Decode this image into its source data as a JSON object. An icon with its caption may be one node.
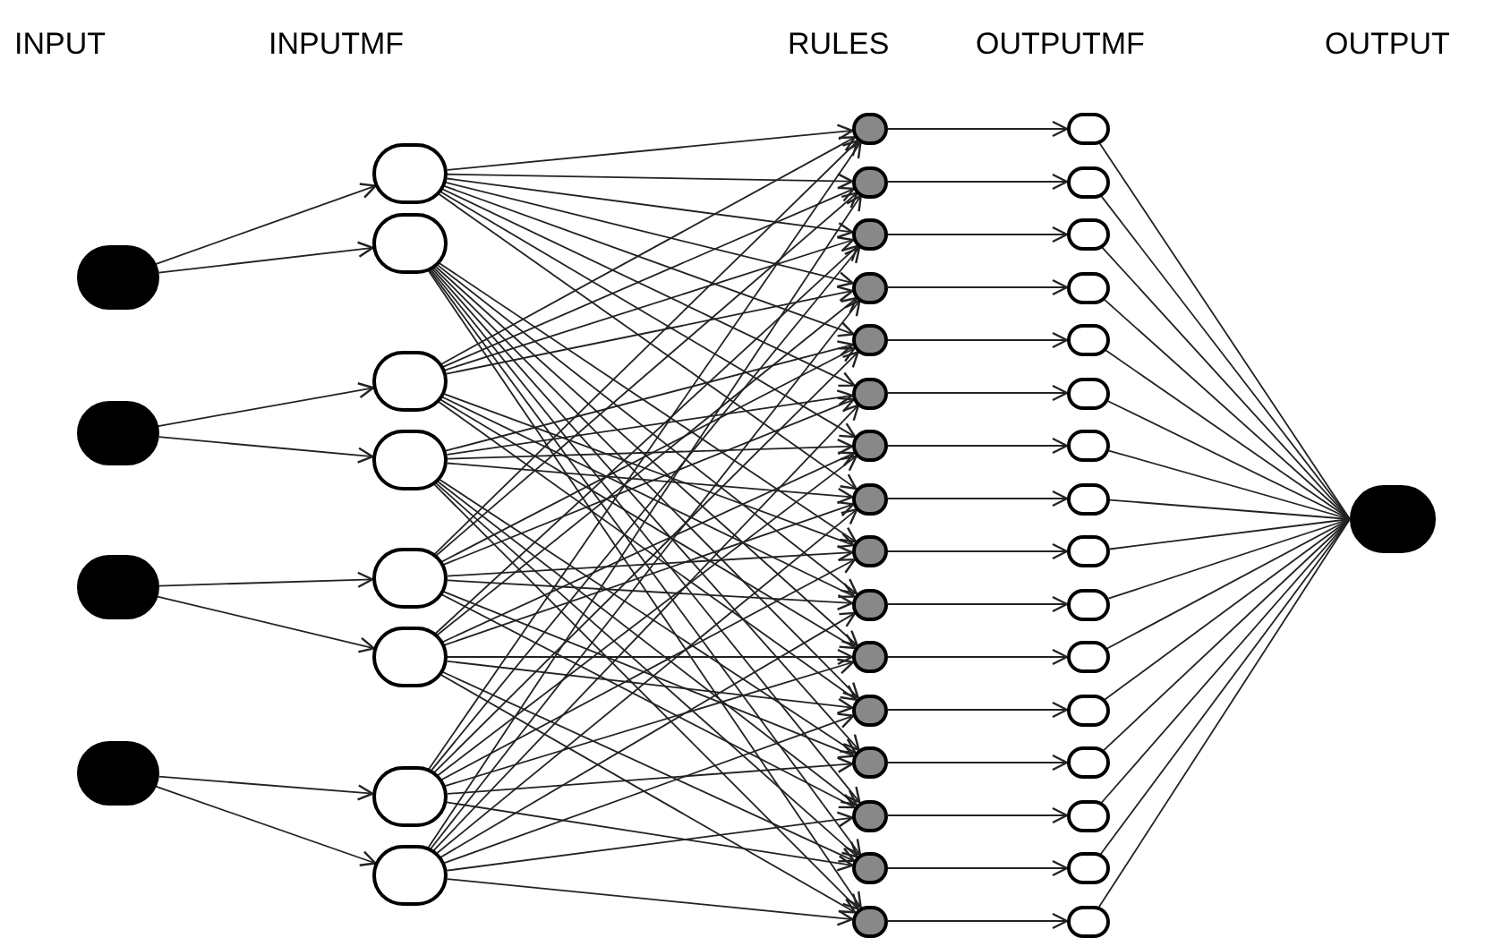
{
  "diagram": {
    "nodes": [
      {
        "text": [],
        "shape": "circle"
      },
      {
        "text": [],
        "shape": "circle"
      },
      {
        "text": [],
        "shape": "circle"
      },
      {
        "text": [],
        "shape": "circle"
      },
      {
        "text": [],
        "shape": "circle"
      },
      {
        "text": [],
        "shape": "circle"
      },
      {
        "text": [],
        "shape": "circle"
      },
      {
        "text": [],
        "shape": "circle"
      },
      {
        "text": [],
        "shape": "circle"
      },
      {
        "text": [],
        "shape": "circle"
      },
      {
        "text": [],
        "shape": "circle"
      },
      {
        "text": [],
        "shape": "circle"
      },
      {
        "text": [],
        "shape": "circle"
      },
      {
        "text": [],
        "shape": "circle"
      },
      {
        "text": [],
        "shape": "circle"
      },
      {
        "text": [],
        "shape": "circle"
      },
      {
        "text": [],
        "shape": "circle"
      },
      {
        "text": [],
        "shape": "circle"
      },
      {
        "text": [],
        "shape": "circle"
      },
      {
        "text": [],
        "shape": "circle"
      },
      {
        "text": [],
        "shape": "circle"
      },
      {
        "text": [],
        "shape": "circle"
      },
      {
        "text": [],
        "shape": "circle"
      },
      {
        "text": [],
        "shape": "circle"
      },
      {
        "text": [],
        "shape": "circle"
      },
      {
        "text": [],
        "shape": "circle"
      },
      {
        "text": [],
        "shape": "circle"
      },
      {
        "text": [],
        "shape": "circle"
      },
      {
        "text": [],
        "shape": "circle"
      },
      {
        "text": [],
        "shape": "circle"
      },
      {
        "text": [],
        "shape": "circle"
      },
      {
        "text": [],
        "shape": "circle"
      },
      {
        "text": [],
        "shape": "circle"
      },
      {
        "text": [],
        "shape": "circle"
      },
      {
        "text": [],
        "shape": "circle"
      },
      {
        "text": [],
        "shape": "circle"
      },
      {
        "text": [],
        "shape": "circle"
      },
      {
        "text": [],
        "shape": "circle"
      },
      {
        "text": [],
        "shape": "circle"
      },
      {
        "text": [],
        "shape": "circle"
      },
      {
        "text": [],
        "shape": "circle"
      },
      {
        "text": [],
        "shape": "circle"
      },
      {
        "text": [],
        "shape": "circle"
      },
      {
        "text": [],
        "shape": "circle"
      },
      {
        "text": [],
        "shape": "circle"
      }
    ],
    "edges": [
      {
        "from": 0,
        "to": 4,
        "arrow": "to"
      },
      {
        "from": 0,
        "to": 5,
        "arrow": "to"
      },
      {
        "from": 1,
        "to": 6,
        "arrow": "to"
      },
      {
        "from": 1,
        "to": 7,
        "arrow": "to"
      },
      {
        "from": 2,
        "to": 8,
        "arrow": "to"
      },
      {
        "from": 2,
        "to": 9,
        "arrow": "to"
      },
      {
        "from": 3,
        "to": 10,
        "arrow": "to"
      },
      {
        "from": 3,
        "to": 11,
        "arrow": "to"
      },
      {
        "from": 4,
        "to": 12,
        "arrow": "to"
      },
      {
        "from": 4,
        "to": 13,
        "arrow": "to"
      },
      {
        "from": 4,
        "to": 14,
        "arrow": "to"
      },
      {
        "from": 4,
        "to": 15,
        "arrow": "to"
      },
      {
        "from": 4,
        "to": 16,
        "arrow": "to"
      },
      {
        "from": 4,
        "to": 17,
        "arrow": "to"
      },
      {
        "from": 4,
        "to": 18,
        "arrow": "to"
      },
      {
        "from": 4,
        "to": 19,
        "arrow": "to"
      },
      {
        "from": 5,
        "to": 20,
        "arrow": "to"
      },
      {
        "from": 5,
        "to": 21,
        "arrow": "to"
      },
      {
        "from": 5,
        "to": 22,
        "arrow": "to"
      },
      {
        "from": 5,
        "to": 23,
        "arrow": "to"
      },
      {
        "from": 5,
        "to": 24,
        "arrow": "to"
      },
      {
        "from": 5,
        "to": 25,
        "arrow": "to"
      },
      {
        "from": 5,
        "to": 26,
        "arrow": "to"
      },
      {
        "from": 5,
        "to": 27,
        "arrow": "to"
      },
      {
        "from": 6,
        "to": 12,
        "arrow": "to"
      },
      {
        "from": 6,
        "to": 13,
        "arrow": "to"
      },
      {
        "from": 6,
        "to": 14,
        "arrow": "to"
      },
      {
        "from": 6,
        "to": 15,
        "arrow": "to"
      },
      {
        "from": 6,
        "to": 20,
        "arrow": "to"
      },
      {
        "from": 6,
        "to": 21,
        "arrow": "to"
      },
      {
        "from": 6,
        "to": 22,
        "arrow": "to"
      },
      {
        "from": 6,
        "to": 23,
        "arrow": "to"
      },
      {
        "from": 7,
        "to": 16,
        "arrow": "to"
      },
      {
        "from": 7,
        "to": 17,
        "arrow": "to"
      },
      {
        "from": 7,
        "to": 18,
        "arrow": "to"
      },
      {
        "from": 7,
        "to": 19,
        "arrow": "to"
      },
      {
        "from": 7,
        "to": 24,
        "arrow": "to"
      },
      {
        "from": 7,
        "to": 25,
        "arrow": "to"
      },
      {
        "from": 7,
        "to": 26,
        "arrow": "to"
      },
      {
        "from": 7,
        "to": 27,
        "arrow": "to"
      },
      {
        "from": 8,
        "to": 12,
        "arrow": "to"
      },
      {
        "from": 8,
        "to": 13,
        "arrow": "to"
      },
      {
        "from": 8,
        "to": 16,
        "arrow": "to"
      },
      {
        "from": 8,
        "to": 17,
        "arrow": "to"
      },
      {
        "from": 8,
        "to": 20,
        "arrow": "to"
      },
      {
        "from": 8,
        "to": 21,
        "arrow": "to"
      },
      {
        "from": 8,
        "to": 24,
        "arrow": "to"
      },
      {
        "from": 8,
        "to": 25,
        "arrow": "to"
      },
      {
        "from": 9,
        "to": 14,
        "arrow": "to"
      },
      {
        "from": 9,
        "to": 15,
        "arrow": "to"
      },
      {
        "from": 9,
        "to": 18,
        "arrow": "to"
      },
      {
        "from": 9,
        "to": 19,
        "arrow": "to"
      },
      {
        "from": 9,
        "to": 22,
        "arrow": "to"
      },
      {
        "from": 9,
        "to": 23,
        "arrow": "to"
      },
      {
        "from": 9,
        "to": 26,
        "arrow": "to"
      },
      {
        "from": 9,
        "to": 27,
        "arrow": "to"
      },
      {
        "from": 10,
        "to": 12,
        "arrow": "to"
      },
      {
        "from": 10,
        "to": 14,
        "arrow": "to"
      },
      {
        "from": 10,
        "to": 16,
        "arrow": "to"
      },
      {
        "from": 10,
        "to": 18,
        "arrow": "to"
      },
      {
        "from": 10,
        "to": 20,
        "arrow": "to"
      },
      {
        "from": 10,
        "to": 22,
        "arrow": "to"
      },
      {
        "from": 10,
        "to": 24,
        "arrow": "to"
      },
      {
        "from": 10,
        "to": 26,
        "arrow": "to"
      },
      {
        "from": 11,
        "to": 13,
        "arrow": "to"
      },
      {
        "from": 11,
        "to": 15,
        "arrow": "to"
      },
      {
        "from": 11,
        "to": 17,
        "arrow": "to"
      },
      {
        "from": 11,
        "to": 19,
        "arrow": "to"
      },
      {
        "from": 11,
        "to": 21,
        "arrow": "to"
      },
      {
        "from": 11,
        "to": 23,
        "arrow": "to"
      },
      {
        "from": 11,
        "to": 25,
        "arrow": "to"
      },
      {
        "from": 11,
        "to": 27,
        "arrow": "to"
      },
      {
        "from": 12,
        "to": 28,
        "arrow": "to"
      },
      {
        "from": 13,
        "to": 29,
        "arrow": "to"
      },
      {
        "from": 14,
        "to": 30,
        "arrow": "to"
      },
      {
        "from": 15,
        "to": 31,
        "arrow": "to"
      },
      {
        "from": 16,
        "to": 32,
        "arrow": "to"
      },
      {
        "from": 17,
        "to": 33,
        "arrow": "to"
      },
      {
        "from": 18,
        "to": 34,
        "arrow": "to"
      },
      {
        "from": 19,
        "to": 35,
        "arrow": "to"
      },
      {
        "from": 20,
        "to": 36,
        "arrow": "to"
      },
      {
        "from": 21,
        "to": 37,
        "arrow": "to"
      },
      {
        "from": 22,
        "to": 38,
        "arrow": "to"
      },
      {
        "from": 23,
        "to": 39,
        "arrow": "to"
      },
      {
        "from": 24,
        "to": 40,
        "arrow": "to"
      },
      {
        "from": 25,
        "to": 41,
        "arrow": "to"
      },
      {
        "from": 26,
        "to": 42,
        "arrow": "to"
      },
      {
        "from": 27,
        "to": 43,
        "arrow": "to"
      },
      {
        "from": 28,
        "to": 44,
        "arrow": "none"
      },
      {
        "from": 29,
        "to": 44,
        "arrow": "none"
      },
      {
        "from": 30,
        "to": 44,
        "arrow": "none"
      },
      {
        "from": 31,
        "to": 44,
        "arrow": "none"
      },
      {
        "from": 32,
        "to": 44,
        "arrow": "none"
      },
      {
        "from": 33,
        "to": 44,
        "arrow": "none"
      },
      {
        "from": 34,
        "to": 44,
        "arrow": "none"
      },
      {
        "from": 35,
        "to": 44,
        "arrow": "none"
      },
      {
        "from": 36,
        "to": 44,
        "arrow": "none"
      },
      {
        "from": 37,
        "to": 44,
        "arrow": "none"
      },
      {
        "from": 38,
        "to": 44,
        "arrow": "none"
      },
      {
        "from": 39,
        "to": 44,
        "arrow": "none"
      },
      {
        "from": 40,
        "to": 44,
        "arrow": "none"
      },
      {
        "from": 41,
        "to": 44,
        "arrow": "none"
      },
      {
        "from": 42,
        "to": 44,
        "arrow": "none"
      },
      {
        "from": 43,
        "to": 44,
        "arrow": "none"
      }
    ],
    "labels": [
      "INPUT",
      "INPUTMF",
      "RULES",
      "OUTPUTMF",
      "OUTPUT"
    ]
  }
}
